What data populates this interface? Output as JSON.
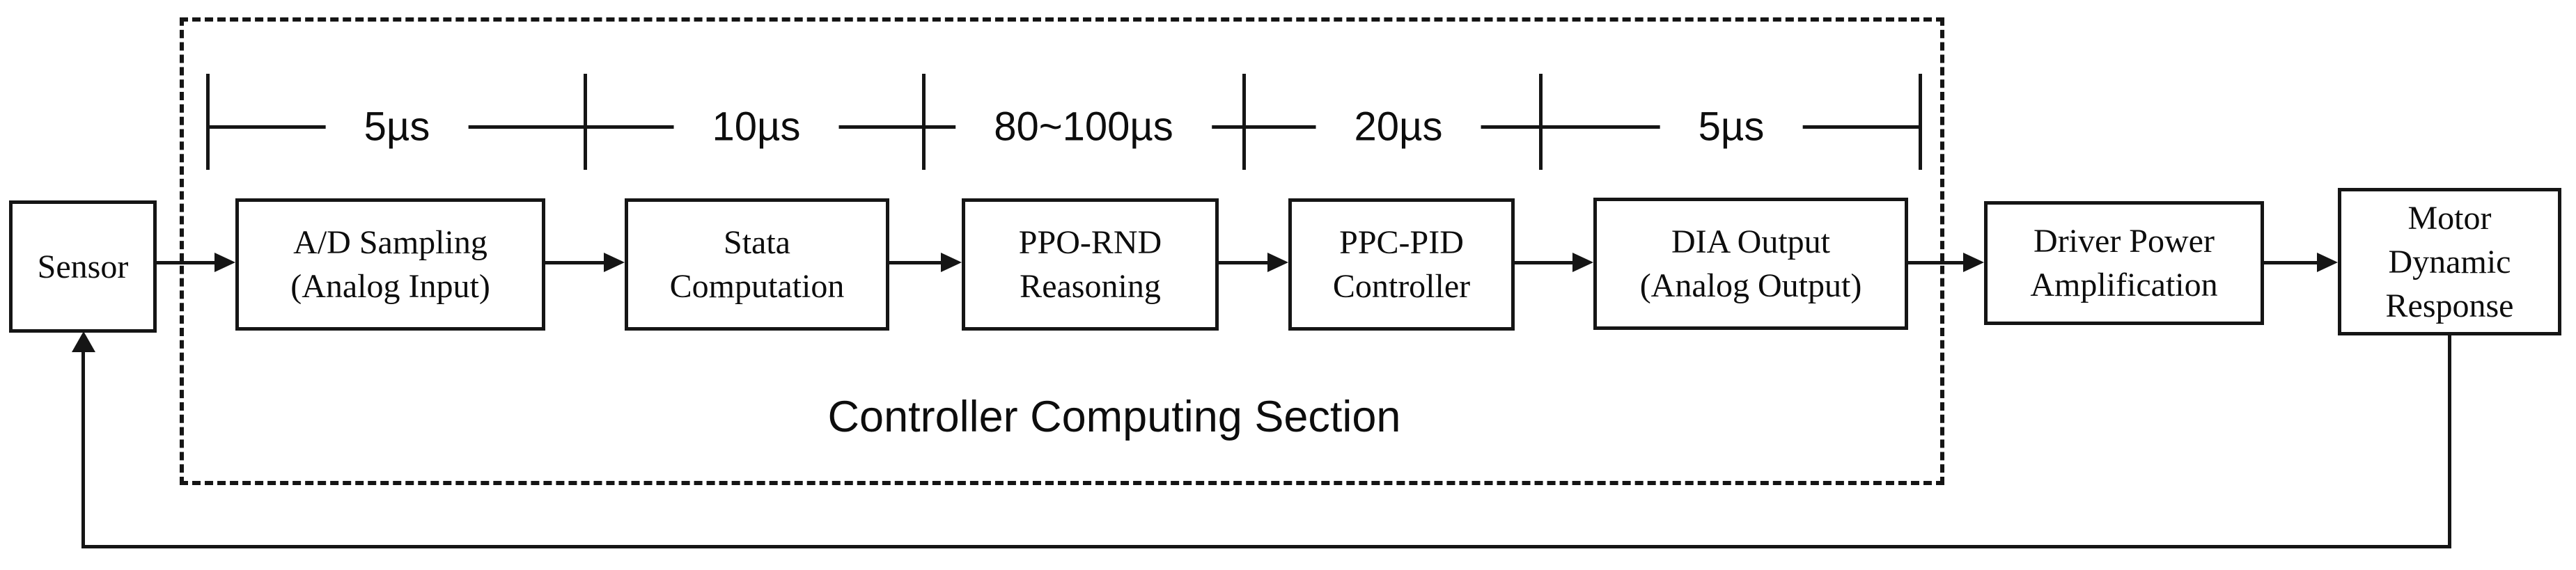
{
  "figure": {
    "colors": {
      "line": "#151515",
      "background": "#ffffff"
    },
    "section": {
      "label": "Controller Computing Section"
    },
    "timings": [
      {
        "label": "5µs"
      },
      {
        "label": "10µs"
      },
      {
        "label": "80~100µs"
      },
      {
        "label": "20µs"
      },
      {
        "label": "5µs"
      }
    ],
    "nodes": [
      {
        "id": "sensor",
        "label": "Sensor"
      },
      {
        "id": "ad-sampling",
        "label": "A/D Sampling\n(Analog Input)"
      },
      {
        "id": "stata-computation",
        "label": "Stata\nComputation"
      },
      {
        "id": "ppo-rnd-reasoning",
        "label": "PPO-RND\nReasoning"
      },
      {
        "id": "ppc-pid-controller",
        "label": "PPC-PID\nController"
      },
      {
        "id": "dia-output",
        "label": "DIA Output\n(Analog Output)"
      },
      {
        "id": "driver-power-amplification",
        "label": "Driver Power\nAmplification"
      },
      {
        "id": "motor-dynamic-response",
        "label": "Motor\nDynamic\nResponse"
      }
    ],
    "edges": [
      {
        "from": "sensor",
        "to": "ad-sampling",
        "type": "forward"
      },
      {
        "from": "ad-sampling",
        "to": "stata-computation",
        "type": "forward"
      },
      {
        "from": "stata-computation",
        "to": "ppo-rnd-reasoning",
        "type": "forward"
      },
      {
        "from": "ppo-rnd-reasoning",
        "to": "ppc-pid-controller",
        "type": "forward"
      },
      {
        "from": "ppc-pid-controller",
        "to": "dia-output",
        "type": "forward"
      },
      {
        "from": "dia-output",
        "to": "driver-power-amplification",
        "type": "forward"
      },
      {
        "from": "driver-power-amplification",
        "to": "motor-dynamic-response",
        "type": "forward"
      },
      {
        "from": "motor-dynamic-response",
        "to": "sensor",
        "type": "feedback"
      }
    ]
  }
}
